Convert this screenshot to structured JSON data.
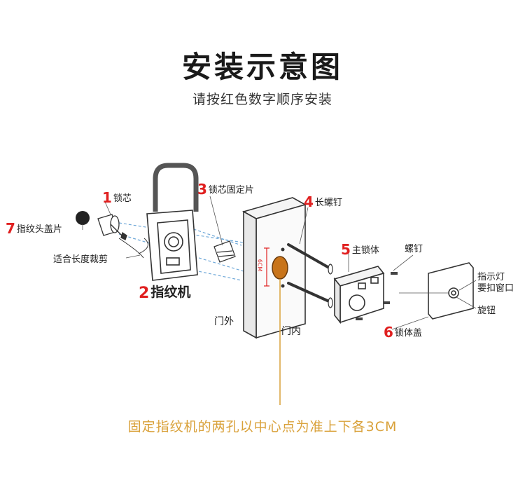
{
  "title": "安装示意图",
  "subtitle": "请按红色数字顺序安装",
  "labels": {
    "lock_core": {
      "num": "1",
      "text": "锁芯"
    },
    "fingerprint": {
      "num": "2",
      "text": "指纹机"
    },
    "lock_core_plate": {
      "num": "3",
      "text": "锁芯固定片"
    },
    "long_screw": {
      "num": "4",
      "text": "长螺钉"
    },
    "main_lock": {
      "num": "5",
      "text": "主锁体"
    },
    "lock_cover": {
      "num": "6",
      "text": "锁体盖"
    },
    "fp_cap": {
      "num": "7",
      "text": "指纹头盖片"
    },
    "trim": "适合长度裁剪",
    "screw": "螺钉",
    "indicator_line1": "指示灯",
    "indicator_line2": "要扣窗口",
    "knob": "旋钮",
    "door_out": "门外",
    "door_in": "门内",
    "dim_6cm": "6CM"
  },
  "note": "固定指纹机的两孔以中心点为准上下各3CM",
  "colors": {
    "accent_red": "#e02020",
    "note_gold": "#d9a13a",
    "guide_blue": "#6fa8d8"
  }
}
